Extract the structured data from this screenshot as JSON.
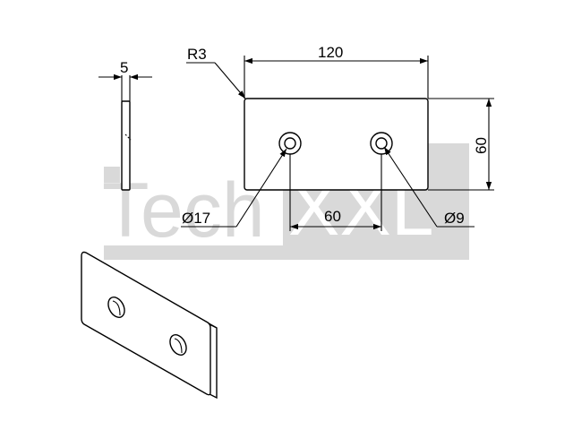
{
  "dimensions": {
    "thickness": "5",
    "radius": "R3",
    "length": "120",
    "height": "60",
    "hole_spacing": "60",
    "counterbore_diameter": "Ø17",
    "hole_diameter": "Ø9"
  },
  "watermark": {
    "text_left": "Tech",
    "text_right": "XXL",
    "color": "#d9d9d9"
  }
}
